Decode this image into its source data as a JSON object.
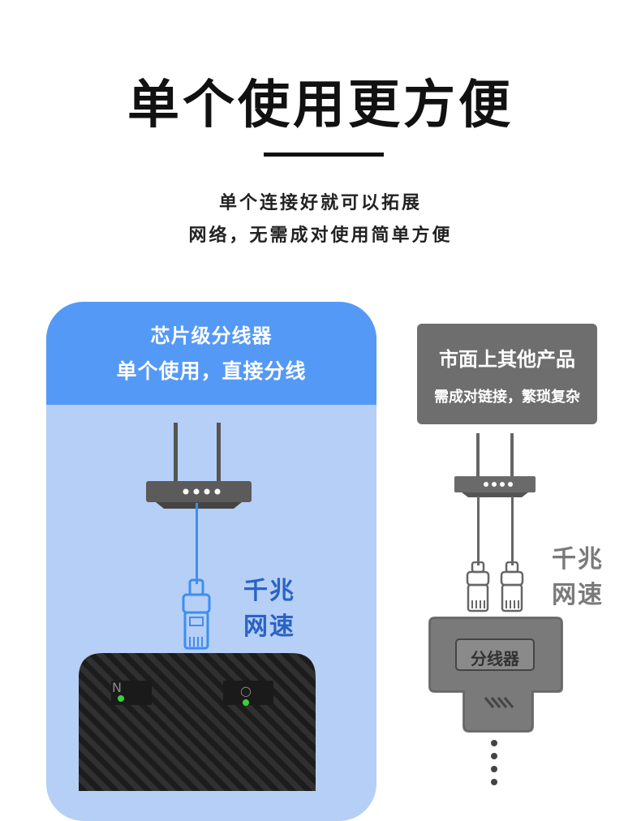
{
  "heading": {
    "title": "单个使用更方便",
    "subtitle_line1": "单个连接好就可以拓展",
    "subtitle_line2": "网络，无需成对使用简单方便"
  },
  "left_panel": {
    "header_line1": "芯片级分线器",
    "header_line2": "单个使用，直接分线",
    "speed_line1": "千兆",
    "speed_line2": "网速",
    "port_labels": [
      "N",
      "○"
    ],
    "accent_color": "#5599f6",
    "panel_color": "#b6cff6"
  },
  "right_panel": {
    "header_line1": "市面上其他产品",
    "header_line2": "需成对链接，繁琐复杂",
    "speed_line1": "千兆",
    "speed_line2": "网速",
    "device_label": "分线器",
    "box_color": "#6e6e6e"
  },
  "icons": [
    "router-icon",
    "rj45-plug-icon",
    "splitter-device-icon"
  ]
}
